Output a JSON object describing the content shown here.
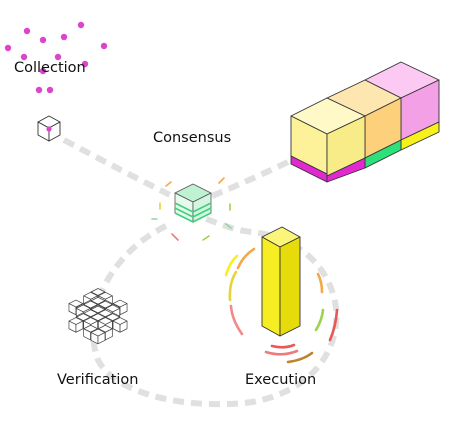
{
  "stages": {
    "collection": "Collection",
    "consensus": "Consensus",
    "verification": "Verification",
    "execution": "Execution"
  },
  "colors": {
    "collection_dot": "#dd44cc",
    "block_yellow": "#fdf4a0",
    "block_orange": "#fdd68a",
    "block_pink": "#f9a8ee",
    "band_magenta": "#e02ad0",
    "band_green": "#2ee07a",
    "band_yellow": "#f6f01c",
    "execution_bar": "#f2ea10",
    "consensus_green": "#9ae8b8",
    "track_gray": "#e0e0e0",
    "outline": "#333333"
  },
  "icons": {
    "collection": "scattered-dots-cube",
    "consensus": "stacked-layer-cube",
    "verification": "cube-grid",
    "execution": "tall-bar-prism",
    "chain": "block-chain"
  }
}
